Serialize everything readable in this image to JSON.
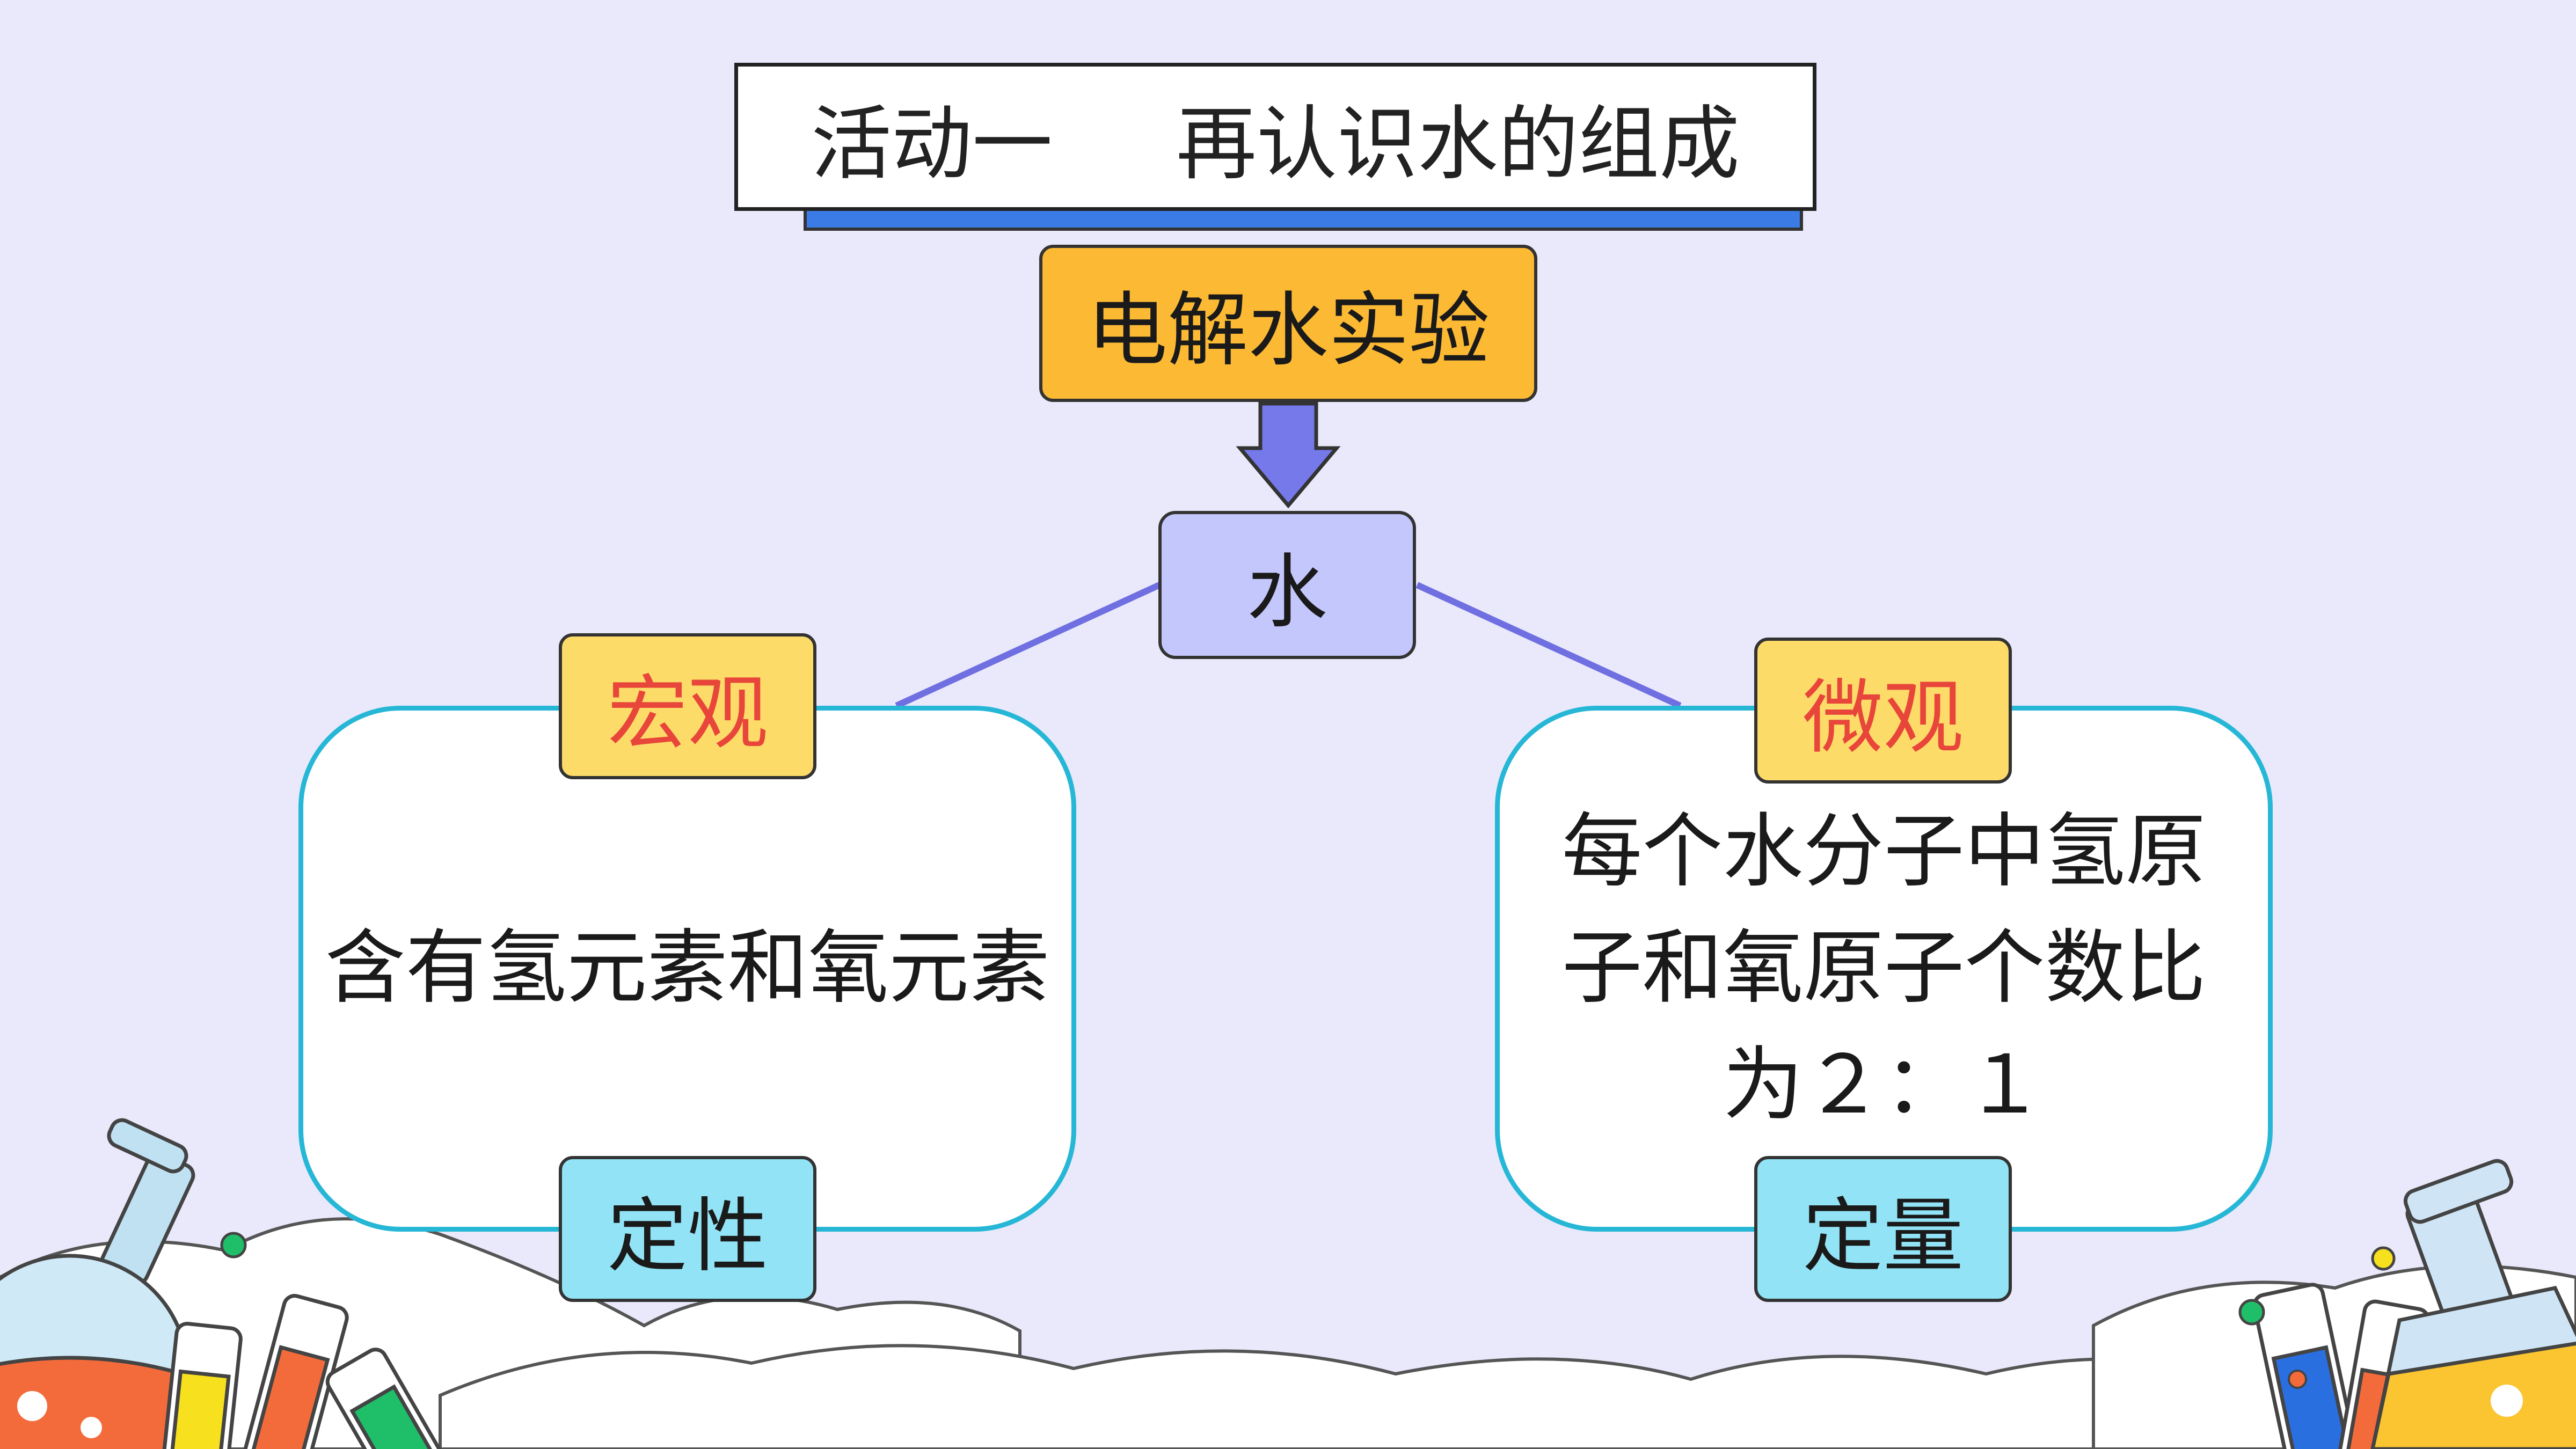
{
  "title": {
    "activity": "活动一",
    "topic": "再认识水的组成"
  },
  "experiment": "电解水实验",
  "center_node": "水",
  "macro": {
    "label": "宏观",
    "content": "含有氢元素和氧元素",
    "aspect": "定性"
  },
  "micro": {
    "label": "微观",
    "lines": [
      "每个水分子中氢原",
      "子和氧原子个数比",
      "为２：１"
    ],
    "aspect": "定量"
  },
  "colors": {
    "background": "#e9e9fb",
    "title_shadow": "#3a7be6",
    "experiment_fill": "#fbb934",
    "water_fill": "#c4c7fb",
    "panel_border": "#27b7d6",
    "tag_top_fill": "#fddb69",
    "tag_top_text": "#e8463a",
    "tag_bottom_fill": "#91e3f5",
    "connector": "#6f6fe2"
  },
  "icons": [
    "flask-icon",
    "test-tube-icon",
    "cloud-icon"
  ]
}
